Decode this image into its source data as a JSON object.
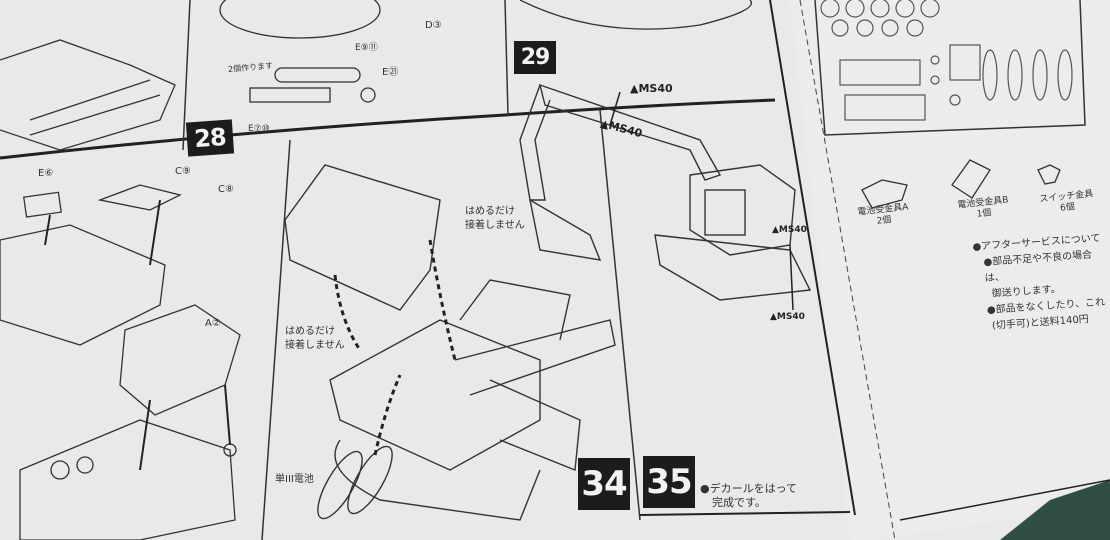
{
  "step_numbers": [
    "28",
    "29",
    "34",
    "35"
  ],
  "brand_marks": [
    "MS40",
    "MS40",
    "MS40",
    "MS40"
  ],
  "part_labels": {
    "e6": "E⑥",
    "c9": "C⑨",
    "c8": "C⑧",
    "a2": "A②",
    "d3": "D③",
    "e9_11": "E⑨⑪",
    "e21": "E㉑",
    "e7_10": "E⑦⑩"
  },
  "notes": {
    "make_two": "2個作ります",
    "fit_only_1": [
      "はめるだけ",
      "接着しません"
    ],
    "fit_only_2": [
      "はめるだけ",
      "接着しません"
    ],
    "battery": "単III電池",
    "finish": [
      "●デカールをはって",
      "完成です。"
    ]
  },
  "parts_list": [
    {
      "name": "電池受金具A",
      "qty": "2個"
    },
    {
      "name": "電池受金具B",
      "qty": "1個"
    },
    {
      "name": "スイッチ金具",
      "qty": "6個"
    }
  ],
  "after_service": {
    "heading": "●アフターサービスについて",
    "lines": [
      "●部品不足や不良の場合は、",
      "御送りします。",
      "●部品をなくしたり、これ",
      "(切手可)と送料140円"
    ]
  },
  "colors": {
    "paper": "#e9e9e7",
    "ink": "#1c1c1c",
    "mat": "#2f4f45"
  }
}
